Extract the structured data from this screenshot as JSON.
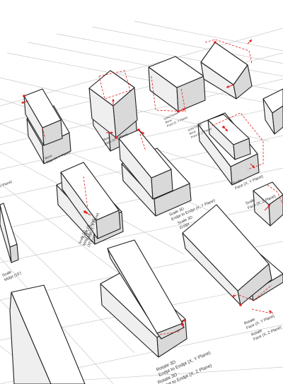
{
  "colors": {
    "grid": "#c9c9c9",
    "outline": "#1f1f1f",
    "top": "#ffffff",
    "left": "#efefef",
    "right": "#d9d9d9",
    "accent": "#e21b1b",
    "text": "#333333"
  },
  "captions": {
    "c_top_left": [
      "Move",
      "Edge (X, Y Plane)"
    ],
    "c_top_mid": [
      "Move",
      "Edge (X, Z Plane)"
    ],
    "c_top_right1": [
      "Solid Points",
      "Move",
      "Point (X, Y Plane)"
    ],
    "c_top_right2": [
      "Solid Points",
      "Move",
      "Point (X, Z Plane)"
    ],
    "c_left1": [
      "Y Plane)"
    ],
    "c_left2": [
      "Scale",
      "Midpt (15')"
    ],
    "c_center1": [
      "Scale 1D",
      "Midpt (X, Y Plane)",
      "(15')"
    ],
    "c_center2": [
      "Scale 1D",
      "Midpt (X, Y Plane)",
      "(10')"
    ],
    "c_mid1": [
      "Scale 3D",
      "Endpt to Endpt (X, Y Plane)"
    ],
    "c_mid2": [
      "Scale 3D",
      "Endpt"
    ],
    "c_right1": [
      "Scale",
      "Face (X, Y Plane)"
    ],
    "c_right2": [
      "Scale",
      "Face (X, Z Plane)"
    ],
    "c_bottom_mid1": [
      "Rotate 3D",
      "Endpt to Endpt (X, Y Plane)"
    ],
    "c_bottom_mid2": [
      "Rotate 3D",
      "Endpt to Endpt (X, Z Plane)"
    ],
    "c_bottom_right1": [
      "Rotate",
      "Face (X, Y Plane)"
    ],
    "c_bottom_right2": [
      "Rotate",
      "Face (X, Z Plane)"
    ]
  }
}
